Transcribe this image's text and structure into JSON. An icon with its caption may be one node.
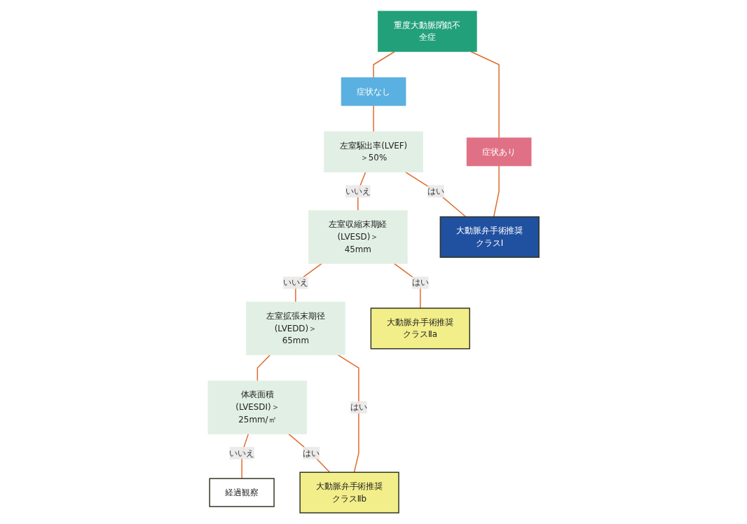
{
  "diagram": {
    "nodes": [
      {
        "text": [
          "重度大動脈閉鎖不全症"
        ]
      },
      {
        "text": [
          "症状なし"
        ]
      },
      {
        "text": [
          "症状あり"
        ]
      },
      {
        "text": [
          "左室駆出率(LVEF)＞50%"
        ]
      },
      {
        "text": [
          "左室収縮末期経(LVESD)＞45mm"
        ]
      },
      {
        "text": [
          "左室拡張末期径(LVEDD)＞65mm"
        ]
      },
      {
        "text": [
          "体表面積(LVESDI)＞25mm/㎡"
        ]
      },
      {
        "text": [
          "経過観察"
        ]
      },
      {
        "text": [
          "大動脈弁手術推奨クラスⅡb"
        ]
      },
      {
        "text": [
          "大動脈弁手術推奨クラスⅡa"
        ]
      },
      {
        "text": [
          "大動脈弁手術推奨クラスⅠ"
        ]
      }
    ],
    "edges": [
      {
        "from": 0,
        "to": 1,
        "arrow": "none"
      },
      {
        "from": 0,
        "to": 2,
        "arrow": "none"
      },
      {
        "from": 1,
        "to": 3,
        "arrow": "none"
      },
      {
        "from": 3,
        "to": 4,
        "arrow": "none",
        "label": "いいえ"
      },
      {
        "from": 3,
        "to": 10,
        "arrow": "none",
        "label": "はい"
      },
      {
        "from": 4,
        "to": 5,
        "arrow": "none",
        "label": "いいえ"
      },
      {
        "from": 4,
        "to": 9,
        "arrow": "none",
        "label": "はい"
      },
      {
        "from": 5,
        "to": 6,
        "arrow": "none"
      },
      {
        "from": 5,
        "to": 8,
        "arrow": "none",
        "label": "はい"
      },
      {
        "from": 6,
        "to": 7,
        "arrow": "none",
        "label": "いいえ"
      },
      {
        "from": 6,
        "to": 8,
        "arrow": "none",
        "label": "はい"
      },
      {
        "from": 2,
        "to": 10,
        "arrow": "none"
      }
    ]
  }
}
